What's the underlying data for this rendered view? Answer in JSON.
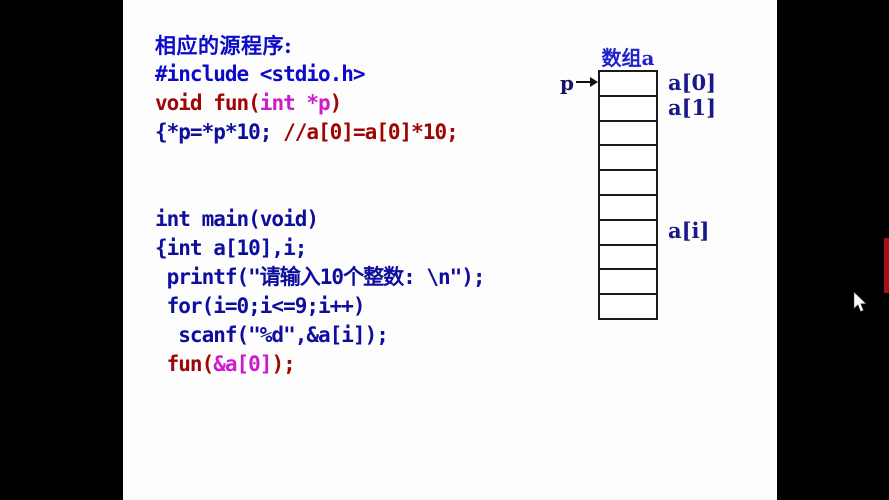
{
  "colors": {
    "blue": "#0a0ac8",
    "navy": "#0d0d9e",
    "darkred": "#a00505",
    "magenta": "#cc1bcc",
    "title_blue": "#2222cc",
    "label_navy": "#191989",
    "pointer_navy": "#141466",
    "red_bar": "#a41111"
  },
  "code": {
    "lines": [
      {
        "font": "kai",
        "segments": [
          {
            "t": "相应的源程序:",
            "c": "blue"
          }
        ]
      },
      {
        "font": "mono",
        "segments": [
          {
            "t": "#include <stdio.h>",
            "c": "blue"
          }
        ]
      },
      {
        "font": "mono",
        "segments": [
          {
            "t": "void fun(",
            "c": "darkred"
          },
          {
            "t": "int *p",
            "c": "magenta"
          },
          {
            "t": ")",
            "c": "darkred"
          }
        ]
      },
      {
        "font": "mono",
        "segments": [
          {
            "t": "{*p=*p*10;",
            "c": "navy"
          },
          {
            "t": " //a[0]=a[0]*10;",
            "c": "darkred"
          }
        ]
      },
      {
        "font": "mono",
        "segments": []
      },
      {
        "font": "mono",
        "segments": []
      },
      {
        "font": "mono",
        "segments": [
          {
            "t": "int main(void)",
            "c": "navy"
          }
        ]
      },
      {
        "font": "mono",
        "segments": [
          {
            "t": "{int a[10],i;",
            "c": "navy"
          }
        ]
      },
      {
        "font": "mono",
        "segments": [
          {
            "t": " printf(\"请输入10个整数: \\n\");",
            "c": "navy"
          }
        ]
      },
      {
        "font": "mono",
        "segments": [
          {
            "t": " for(i=0;i<=9;i++)",
            "c": "navy"
          }
        ]
      },
      {
        "font": "mono",
        "segments": [
          {
            "t": "  scanf(\"%d\",&a[i]);",
            "c": "navy"
          }
        ]
      },
      {
        "font": "mono",
        "segments": [
          {
            "t": " fun(",
            "c": "darkred"
          },
          {
            "t": "&a[0]",
            "c": "magenta"
          },
          {
            "t": ");",
            "c": "darkred"
          }
        ]
      }
    ]
  },
  "diagram": {
    "title": "数组a",
    "pointer_label": "p",
    "cell_count": 10,
    "cells": [
      {
        "label": "a[0]"
      },
      {
        "label": "a[1]"
      },
      {
        "label": ""
      },
      {
        "label": ""
      },
      {
        "label": ""
      },
      {
        "label": ""
      },
      {
        "label": "a[i]"
      },
      {
        "label": ""
      },
      {
        "label": ""
      },
      {
        "label": ""
      }
    ]
  }
}
